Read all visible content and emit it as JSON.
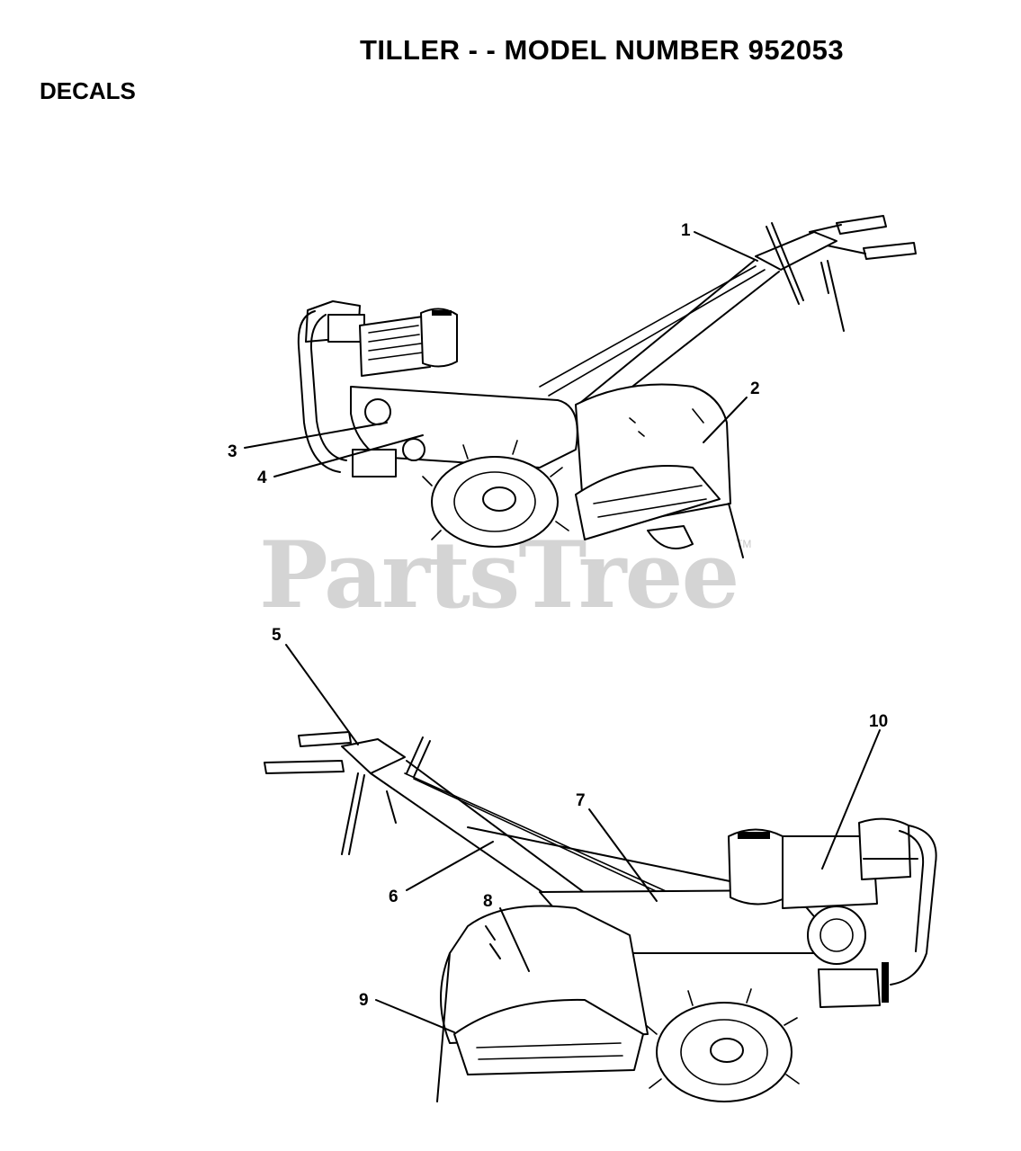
{
  "header": {
    "title": "TILLER - - MODEL NUMBER 952053",
    "section": "DECALS"
  },
  "watermark": {
    "text": "PartsTree",
    "trademark": "TM"
  },
  "callouts": [
    {
      "id": "1",
      "label": "1"
    },
    {
      "id": "2",
      "label": "2"
    },
    {
      "id": "3",
      "label": "3"
    },
    {
      "id": "4",
      "label": "4"
    },
    {
      "id": "5",
      "label": "5"
    },
    {
      "id": "6",
      "label": "6"
    },
    {
      "id": "7",
      "label": "7"
    },
    {
      "id": "8",
      "label": "8"
    },
    {
      "id": "9",
      "label": "9"
    },
    {
      "id": "10",
      "label": "10"
    }
  ]
}
